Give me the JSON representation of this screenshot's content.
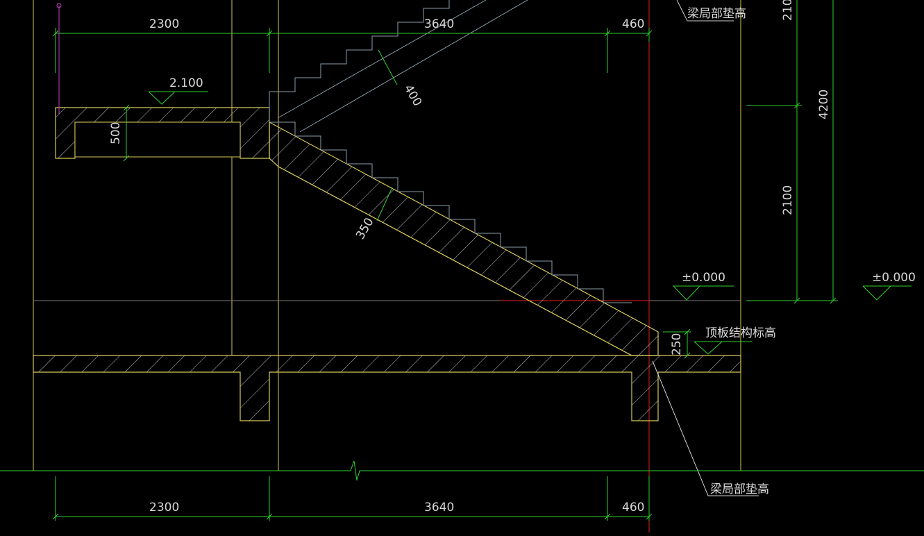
{
  "colors": {
    "background": "#000000",
    "structure": "#d8c85a",
    "dimension": "#2fcf2f",
    "stair_outline": "#8a9ea8",
    "hatch": "#c8c8c8",
    "axis_red": "#e02020",
    "leader": "#d0d0d0",
    "magenta": "#c040c0",
    "text": "#d8d8d8"
  },
  "dimensions": {
    "top": [
      "2300",
      "3640",
      "460"
    ],
    "bottom": [
      "2300",
      "3640",
      "460"
    ],
    "landing_depth": "500",
    "upper_flight_thickness": "400",
    "lower_flight_thickness": "350",
    "beam_offset": "250",
    "right_total": "4200",
    "right_upper": "2100",
    "right_lower": "2100"
  },
  "elevations": {
    "landing": "2.100",
    "ground_right_inner": "±0.000",
    "ground_right_outer": "±0.000"
  },
  "annotations": {
    "beam_top_label": "梁局部垫高",
    "slab_label": "顶板结构标高",
    "beam_bottom_label": "梁局部垫高"
  }
}
